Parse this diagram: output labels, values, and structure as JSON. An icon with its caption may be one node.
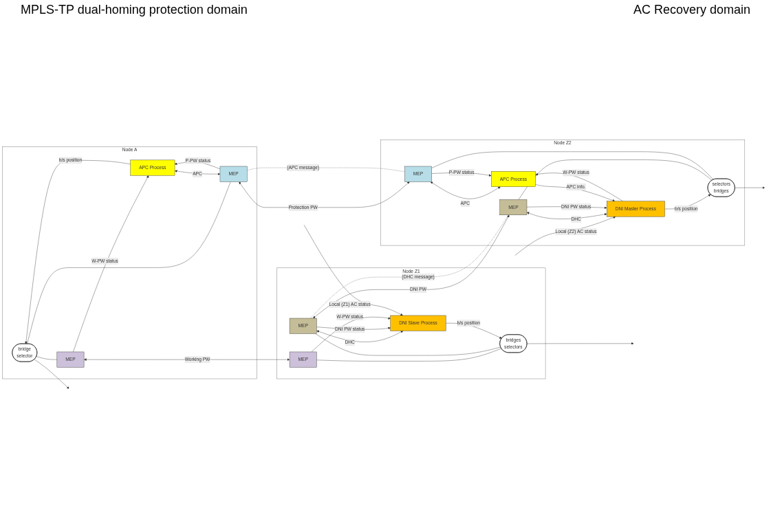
{
  "diagram": {
    "nodes": [
      {
        "text": [
          "Node A"
        ]
      },
      {
        "text": [
          "bridge",
          "selector"
        ],
        "in": 0
      },
      {
        "text": [
          "MEP"
        ],
        "in": 0
      },
      {
        "text": [
          "MEP"
        ],
        "in": 0
      },
      {
        "text": [
          "APC Process"
        ],
        "in": 0
      },
      {
        "text": [
          "Node Z1"
        ]
      },
      {
        "text": [
          "MEP"
        ],
        "in": 5
      },
      {
        "text": [
          "MEP"
        ],
        "in": 5
      },
      {
        "text": [
          "bridges",
          "selectors"
        ],
        "in": 5
      },
      {
        "text": [
          "DNI Slave Process"
        ],
        "in": 5
      },
      {
        "text": [
          "Node Z2"
        ]
      },
      {
        "text": [
          "DNI Master Process"
        ],
        "in": 10
      },
      {
        "text": [
          "MEP"
        ],
        "in": 10
      },
      {
        "text": [
          "selectors",
          "bridges"
        ],
        "in": 10
      },
      {
        "text": [
          "MEP"
        ],
        "in": 10
      },
      {
        "text": [
          "APC Process"
        ],
        "in": 10
      }
    ],
    "edges": [
      {
        "from": 1,
        "to": null,
        "arrow": "to"
      },
      {
        "from": 1,
        "to": 2,
        "arrow": "none"
      },
      {
        "from": 1,
        "to": 3,
        "arrow": "none"
      },
      {
        "from": 4,
        "to": 1,
        "arrow": "to",
        "label": "b/s position"
      },
      {
        "from": 2,
        "to": 4,
        "arrow": "to",
        "label": "W-PW status"
      },
      {
        "from": 3,
        "to": 4,
        "arrow": "to",
        "label": "P-PW status"
      },
      {
        "from": 4,
        "to": 3,
        "arrow": "both",
        "label": "APC"
      },
      {
        "from": 2,
        "to": 6,
        "arrow": "both",
        "label": "Working PW"
      },
      {
        "from": 6,
        "to": 8,
        "arrow": "none"
      },
      {
        "from": 7,
        "to": 8,
        "arrow": "none"
      },
      {
        "from": 8,
        "to": null,
        "arrow": "to"
      },
      {
        "from": 7,
        "to": 9,
        "arrow": "both",
        "label": "DHC"
      },
      {
        "from": 7,
        "to": 9,
        "arrow": "to",
        "label": "DNI PW status"
      },
      {
        "from": 6,
        "to": 9,
        "arrow": "to",
        "label": "W-PW status"
      },
      {
        "from": 9,
        "to": 8,
        "arrow": "to",
        "label": "b/s position"
      },
      {
        "from": null,
        "to": 9,
        "arrow": "to",
        "label": "Local (Z1) AC status"
      },
      {
        "from": 7,
        "to": 12,
        "arrow": "both",
        "label": "DNI PW"
      },
      {
        "from": 7,
        "to": 12,
        "arrow": "none",
        "style": "dashed",
        "label": "(DHC message)"
      },
      {
        "from": null,
        "to": 11,
        "arrow": "to",
        "label": "Local (Z2) AC status"
      },
      {
        "from": 12,
        "to": 11,
        "arrow": "both",
        "label": "DHC"
      },
      {
        "from": 12,
        "to": 11,
        "arrow": "to",
        "label": "DNI PW status"
      },
      {
        "from": 11,
        "to": 13,
        "arrow": "to",
        "label": "b/s position"
      },
      {
        "from": 12,
        "to": 13,
        "arrow": "none"
      },
      {
        "from": 14,
        "to": 13,
        "arrow": "none"
      },
      {
        "from": 13,
        "to": null,
        "arrow": "to"
      },
      {
        "from": 3,
        "to": 14,
        "arrow": "both",
        "label": "Protection PW"
      },
      {
        "from": 3,
        "to": 14,
        "arrow": "none",
        "style": "dashed",
        "label": "(APC message)"
      },
      {
        "from": 14,
        "to": 15,
        "arrow": "both",
        "label": "APC"
      },
      {
        "from": 14,
        "to": 15,
        "arrow": "to",
        "label": "P-PW status"
      },
      {
        "from": 11,
        "to": 15,
        "arrow": "to",
        "label": "W-PW status"
      },
      {
        "from": 15,
        "to": 11,
        "arrow": "to",
        "label": "APC info."
      }
    ],
    "labels": [
      "MPLS-TP dual-homing protection domain",
      "AC Recovery domain"
    ]
  }
}
